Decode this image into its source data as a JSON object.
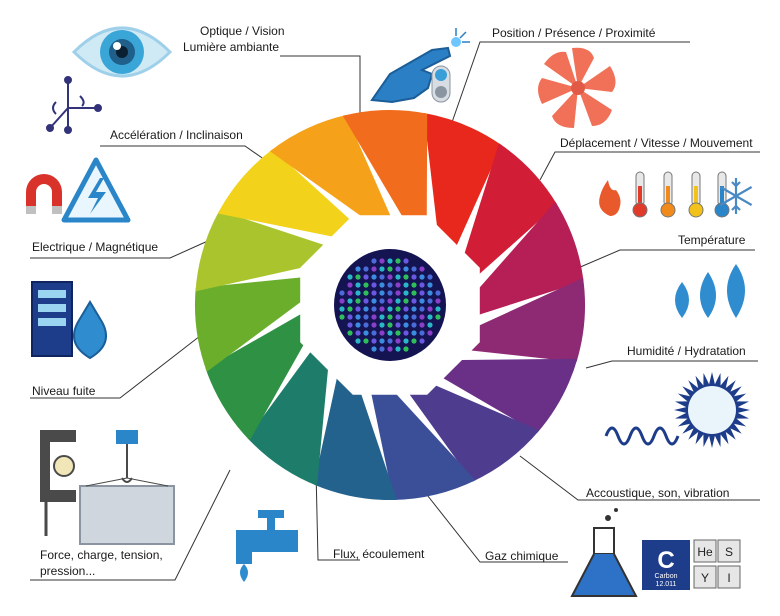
{
  "wheel": {
    "colors": [
      "#e8281c",
      "#d11d36",
      "#b51f55",
      "#8e2a73",
      "#6a2f86",
      "#4e3c8f",
      "#3b4f98",
      "#24628e",
      "#1e7c6b",
      "#2e9144",
      "#6bae2c",
      "#a9c42c",
      "#f2d21a",
      "#f5a21a",
      "#f26c1d"
    ]
  },
  "labels": {
    "optique_1": "Optique / Vision",
    "optique_2": "Lumière ambiante",
    "position": "Position / Présence / Proximité",
    "acceleration": "Accélération / Inclinaison",
    "deplacement": "Déplacement / Vitesse / Mouvement",
    "electrique": "Electrique / Magnétique",
    "temperature": "Température",
    "humidite": "Humidité / Hydratation",
    "niveau": "Niveau fuite",
    "acoustique": "Accoustique, son, vibration",
    "force_1": "Force, charge, tension,",
    "force_2": "pression...",
    "flux": "Flux, écoulement",
    "gaz": "Gaz chimique"
  },
  "icons": {
    "eye": "eye-icon",
    "hand": "pointing-hand-icon",
    "switch": "toggle-switch-icon",
    "axes": "accelerometer-axes-icon",
    "fan": "fan-blades-icon",
    "magnet": "magnet-icon",
    "warning": "electric-warning-icon",
    "flame": "flame-icon",
    "thermometer": "thermometer-icon",
    "snowflake": "snowflake-icon",
    "drops": "water-drops-icon",
    "tank": "tank-level-icon",
    "waves": "sound-wave-icon",
    "burst": "explosion-burst-icon",
    "clamp": "clamp-load-icon",
    "faucet": "faucet-icon",
    "flask": "chemical-flask-icon",
    "elements": "periodic-elements-icon"
  },
  "periodic": {
    "main_symbol": "C",
    "main_name": "Carbon",
    "main_mass": "12.011",
    "tiles": [
      "He",
      "S",
      "Y",
      "I"
    ]
  }
}
